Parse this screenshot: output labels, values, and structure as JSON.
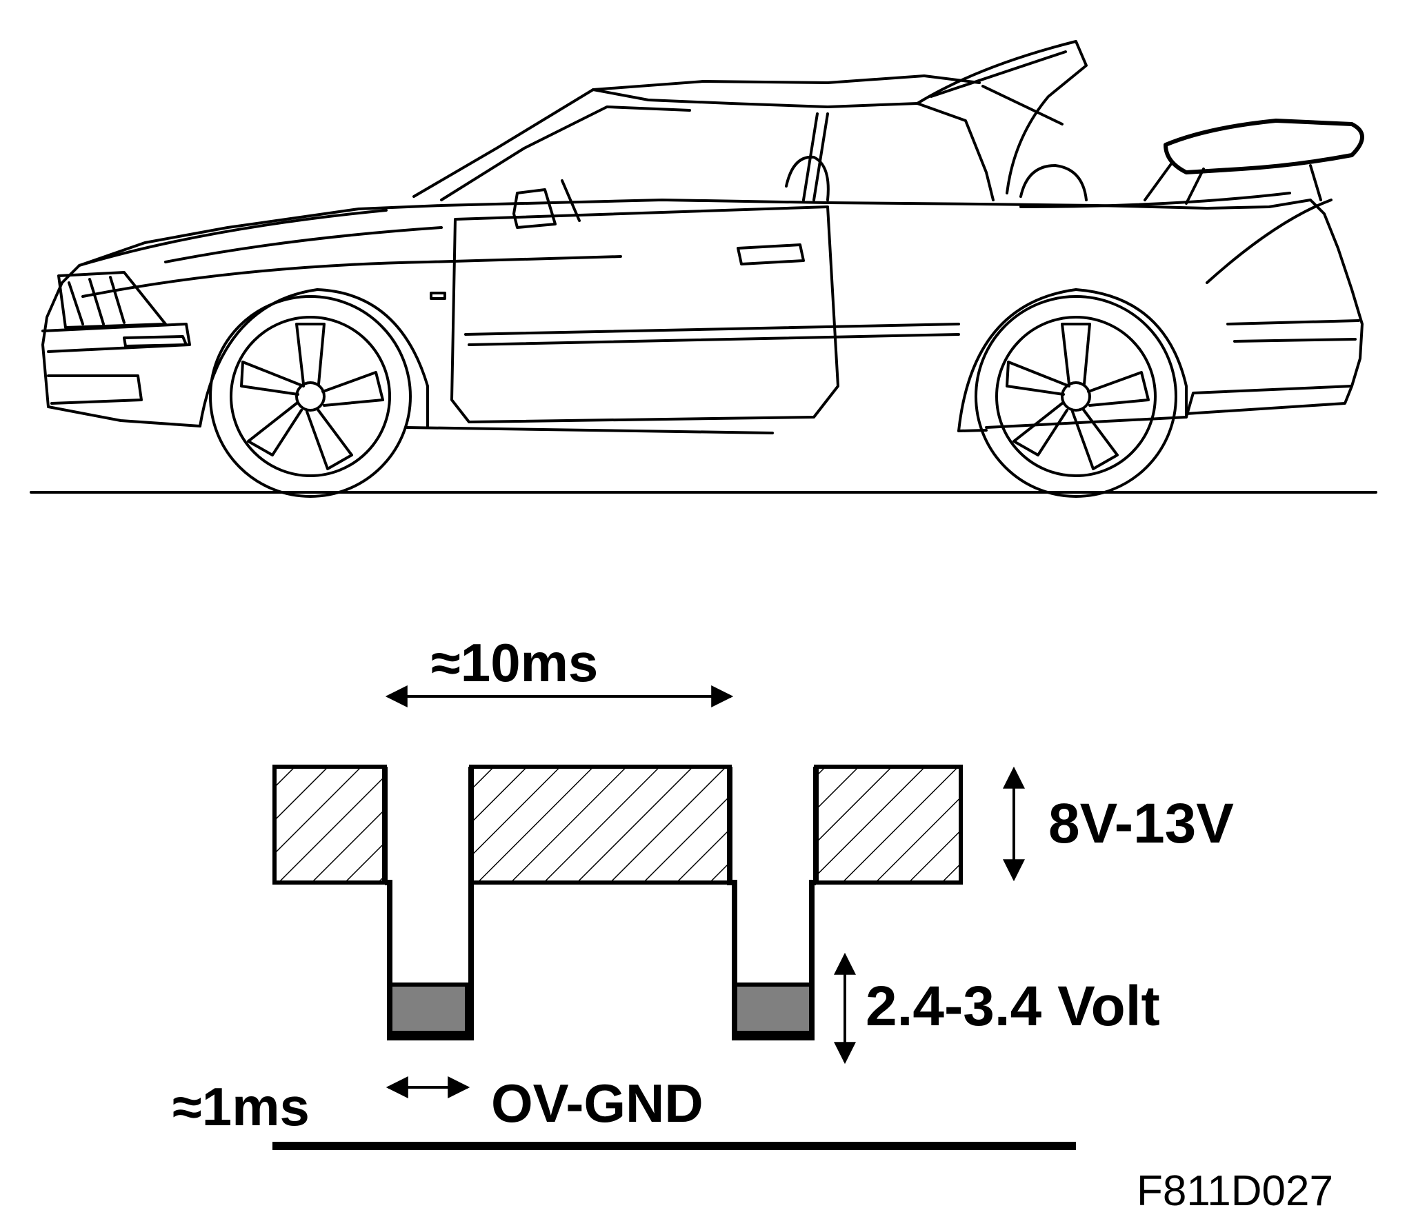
{
  "labels": {
    "period": "≈10ms",
    "high_voltage": "8V-13V",
    "low_voltage": "2.4-3.4 Volt",
    "pulse_width": "≈1ms",
    "ground": "OV-GND",
    "figure_code": "F811D027"
  },
  "colors": {
    "line": "#000000",
    "low_fill": "#808080",
    "background": "#ffffff"
  }
}
